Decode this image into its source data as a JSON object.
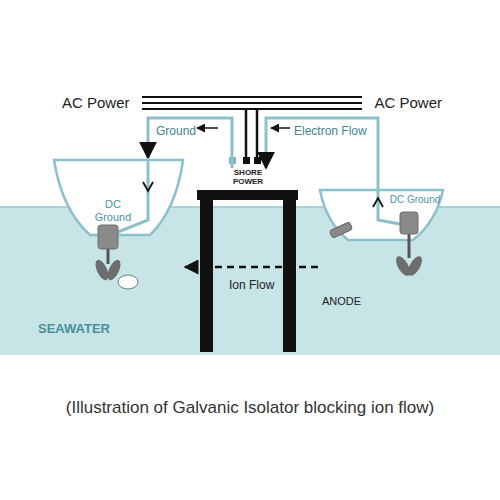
{
  "diagram": {
    "caption": "(Illustration of Galvanic Isolator blocking ion flow)",
    "nodes": [
      {
        "text": [
          "DC Ground"
        ]
      },
      {
        "text": [
          "SHORE POWER"
        ]
      },
      {
        "text": [
          "DC Ground"
        ]
      }
    ],
    "edges": [
      {
        "from": 2,
        "to": 1,
        "label": "Electron Flow",
        "arrow": "to"
      },
      {
        "from": 1,
        "to": 0,
        "label": "Ground",
        "arrow": "to"
      },
      {
        "from": 2,
        "to": 0,
        "label": "Ion Flow",
        "arrow": "to"
      }
    ],
    "labels": [
      "AC Power",
      "AC Power",
      "ANODE",
      "SEAWATER"
    ]
  }
}
